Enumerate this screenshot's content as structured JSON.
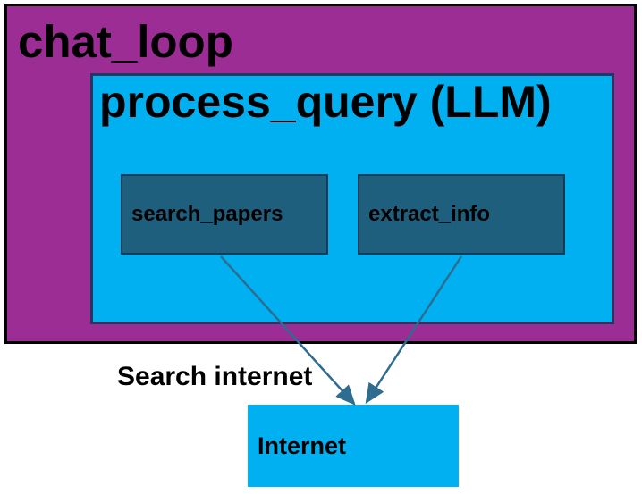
{
  "diagram": {
    "outer_box": {
      "label": "chat_loop",
      "fill": "#9B2D95",
      "border_color": "#000000"
    },
    "process_box": {
      "label": "process_query (LLM)",
      "fill": "#00B0F0",
      "border_color": "#1F3864"
    },
    "tool_boxes": [
      {
        "label": "search_papers",
        "fill": "#1F5F7E",
        "border_color": "#173A54"
      },
      {
        "label": "extract_info",
        "fill": "#1F5F7E",
        "border_color": "#173A54"
      }
    ],
    "edge_label": "Search internet",
    "internet_box": {
      "label": "Internet",
      "fill": "#00B0F0"
    },
    "arrows": {
      "color": "#2E6C90",
      "connections": [
        {
          "from": "search_papers",
          "to": "Internet"
        },
        {
          "from": "extract_info",
          "to": "Internet"
        }
      ]
    }
  }
}
